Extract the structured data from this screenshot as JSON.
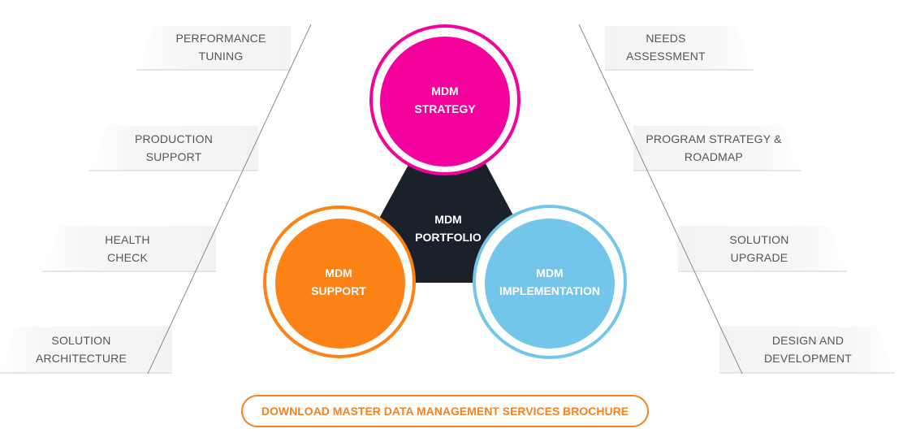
{
  "colors": {
    "strategy": "#f4009c",
    "support": "#fd8215",
    "implementation": "#73c6ea",
    "portfolio": "#1b212b",
    "cta": "#f58220",
    "label_text": "#555555",
    "divider": "#8a8a8a"
  },
  "left_items": [
    {
      "line1": "PERFORMANCE",
      "line2": "TUNING"
    },
    {
      "line1": "PRODUCTION",
      "line2": "SUPPORT"
    },
    {
      "line1": "HEALTH",
      "line2": "CHECK"
    },
    {
      "line1": "SOLUTION",
      "line2": "ARCHITECTURE"
    }
  ],
  "right_items": [
    {
      "line1": "NEEDS",
      "line2": "ASSESSMENT"
    },
    {
      "line1": "PROGRAM STRATEGY &",
      "line2": "ROADMAP"
    },
    {
      "line1": "SOLUTION",
      "line2": "UPGRADE"
    },
    {
      "line1": "DESIGN AND",
      "line2": "DEVELOPMENT"
    }
  ],
  "center": {
    "strategy": {
      "line1": "MDM",
      "line2": "STRATEGY"
    },
    "portfolio": {
      "line1": "MDM",
      "line2": "PORTFOLIO"
    },
    "support": {
      "line1": "MDM",
      "line2": "SUPPORT"
    },
    "implementation": {
      "line1": "MDM",
      "line2": "IMPLEMENTATION"
    }
  },
  "cta_label": "DOWNLOAD MASTER DATA MANAGEMENT SERVICES BROCHURE"
}
